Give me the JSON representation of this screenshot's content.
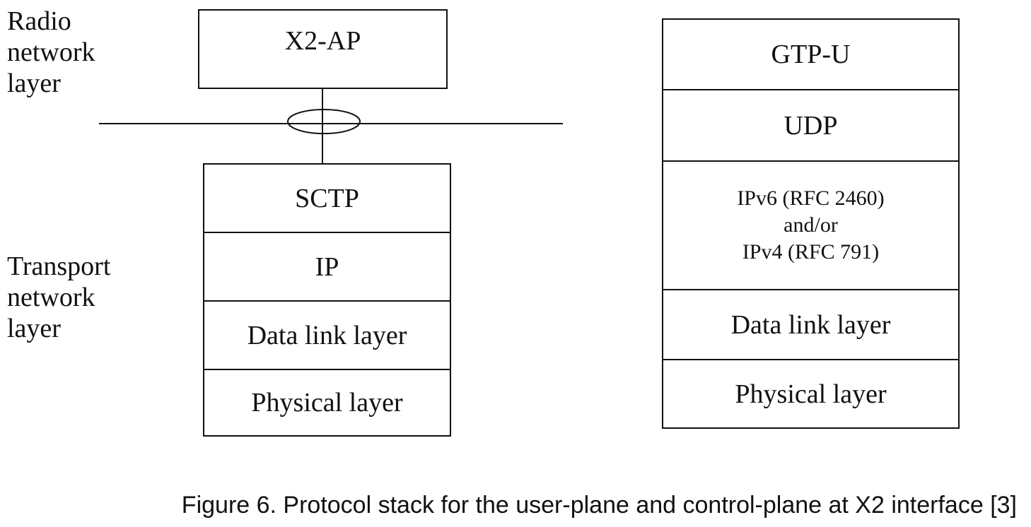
{
  "labels": {
    "radio_network_layer": "Radio\nnetwork\nlayer",
    "transport_network_layer": "Transport\nnetwork\nlayer"
  },
  "control_plane": {
    "top_box": "X2-AP",
    "stack": [
      "SCTP",
      "IP",
      "Data link layer",
      "Physical layer"
    ]
  },
  "user_plane": {
    "stack": [
      "GTP-U",
      "UDP",
      "IPv6 (RFC 2460)\nand/or\nIPv4 (RFC 791)",
      "Data link layer",
      "Physical layer"
    ]
  },
  "caption": "Figure 6. Protocol stack for the user-plane and control-plane at X2 interface [3]"
}
